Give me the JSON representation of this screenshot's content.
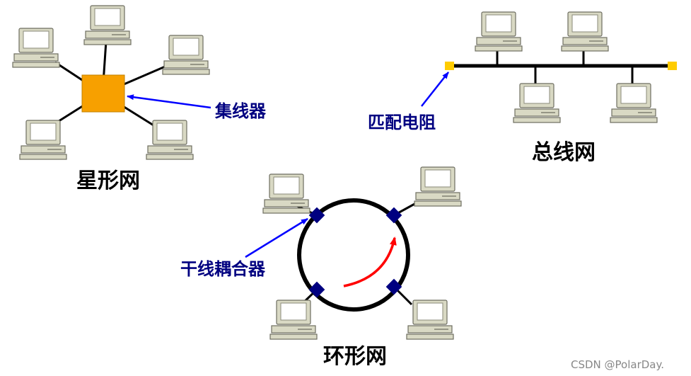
{
  "star": {
    "title": "星形网",
    "hub_label": "集线器",
    "hub_color": "#f7a000"
  },
  "bus": {
    "title": "总线网",
    "terminator_label": "匹配电阻",
    "terminator_color": "#ffcc00"
  },
  "ring": {
    "title": "环形网",
    "coupler_label": "干线耦合器",
    "coupler_color": "#000080",
    "flow_arrow_color": "#ff0000"
  },
  "watermark": "CSDN @PolarDay.",
  "colors": {
    "annotation_text": "#000080",
    "annotation_arrow": "#0000ff",
    "computer_body": "#d9d9c4",
    "computer_screen": "#ffffff"
  },
  "icons": {
    "computer": "desktop-computer-icon"
  }
}
